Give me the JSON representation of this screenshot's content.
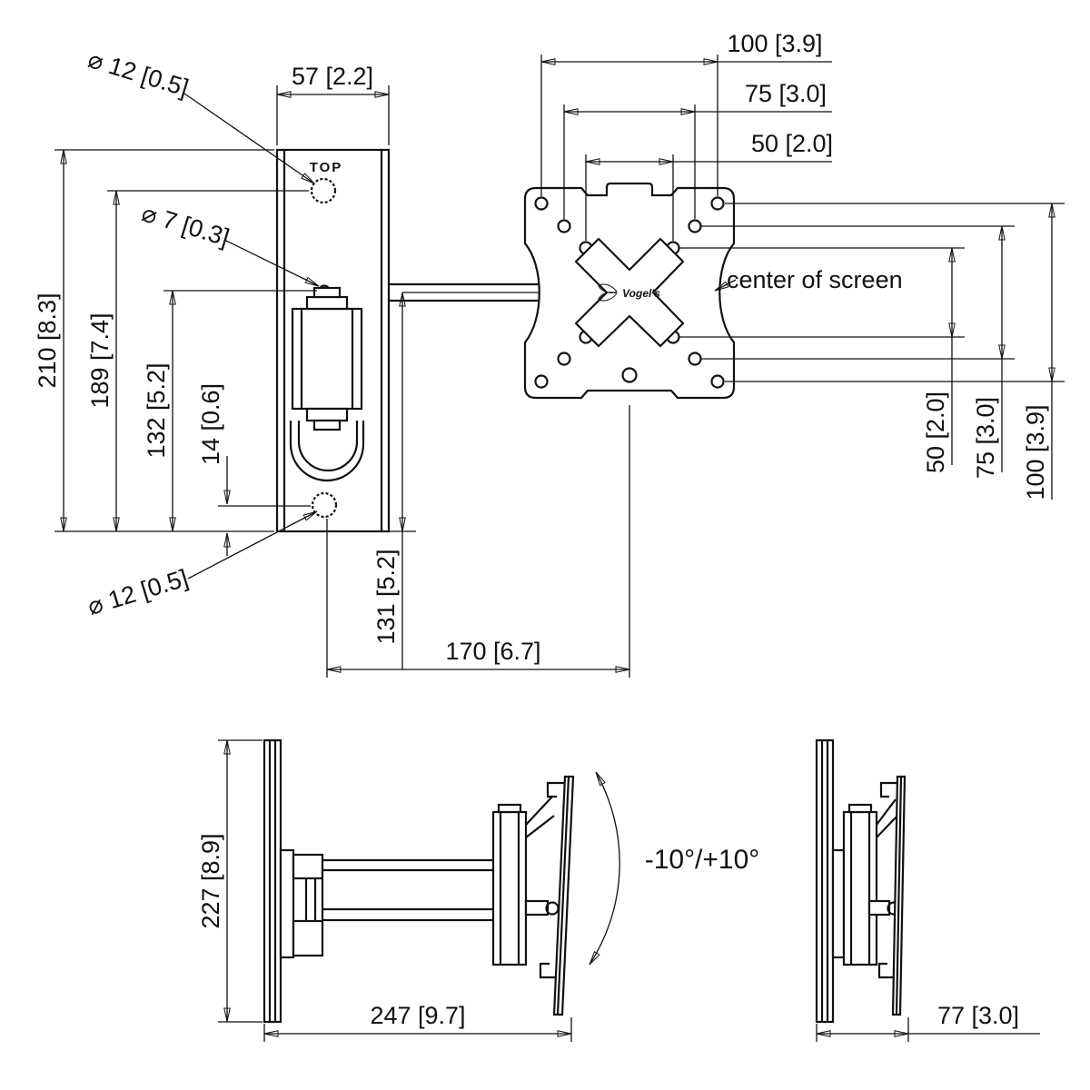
{
  "front_view": {
    "wall_plate": {
      "top_marker": "TOP",
      "hole_top_dia": "⌀ 12 [0.5]",
      "hole_middle_dia": "⌀ 7 [0.3]",
      "hole_bottom_dia": "⌀ 12 [0.5]",
      "width": "57 [2.2]",
      "height": "210 [8.3]",
      "top_hole_height": "189 [7.4]",
      "middle_hole_height": "132 [5.2]",
      "bottom_hole_offset": "14 [0.6]"
    },
    "vesa_plate": {
      "logo": "Vogel's",
      "center_note": "center of screen",
      "width_100": "100 [3.9]",
      "width_75": "75 [3.0]",
      "width_50": "50 [2.0]",
      "height_50": "50 [2.0]",
      "height_75": "75 [3.0]",
      "height_100": "100 [3.9]"
    },
    "center_drop": "131 [5.2]",
    "arm_reach": "170 [6.7]"
  },
  "side_view_extended": {
    "height": "227 [8.9]",
    "depth": "247 [9.7]",
    "tilt_range": "-10°/+10°"
  },
  "side_view_folded": {
    "depth": "77 [3.0]"
  }
}
